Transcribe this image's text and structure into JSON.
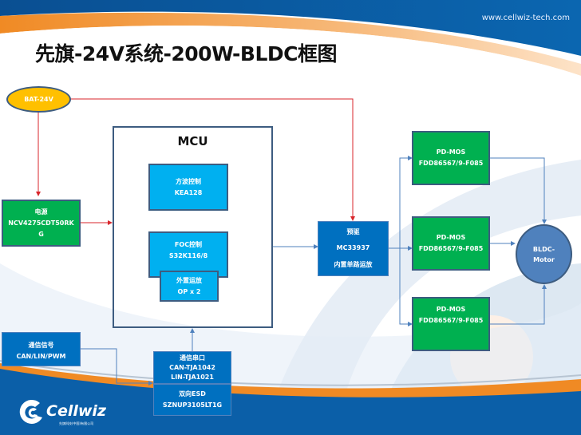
{
  "header": {
    "url": "www.cellwiz-tech.com",
    "title": "先旗-24V系统-200W-BLDC框图"
  },
  "colors": {
    "power_line": "#d9262b",
    "signal_line": "#4f81bd",
    "green_block": "#00b050",
    "cyan_block": "#00b0f0",
    "blue_block": "#0070c0",
    "battery": "#ffc000",
    "motor": "#4f81bd"
  },
  "diagram": {
    "battery": {
      "label": "BAT-24V"
    },
    "power": {
      "line1": "电源",
      "line2": "NCV4275CDT50RK",
      "line3": "G"
    },
    "mcu": {
      "label": "MCU",
      "square_wave": {
        "line1": "方波控制",
        "line2": "KEA128"
      },
      "foc": {
        "line1": "FOC控制",
        "line2": "S32K116/8"
      },
      "opamp": {
        "line1": "外置运放",
        "line2": "OP x 2"
      }
    },
    "predriver": {
      "line1": "预驱",
      "line2": "MC33937",
      "line3": "内置单路运放"
    },
    "mos": [
      {
        "line1": "PD-MOS",
        "line2": "FDD86567/9-F085"
      },
      {
        "line1": "PD-MOS",
        "line2": "FDD86567/9-F085"
      },
      {
        "line1": "PD-MOS",
        "line2": "FDD86567/9-F085"
      }
    ],
    "motor": {
      "line1": "BLDC-",
      "line2": "Motor"
    },
    "comm_signal": {
      "line1": "通信信号",
      "line2": "CAN/LIN/PWM"
    },
    "comm_port": {
      "line1": "通信串口",
      "line2": "CAN-TJA1042",
      "line3": "LIN-TJA1021"
    },
    "esd": {
      "line1": "双向ESD",
      "line2": "SZNUP3105LT1G"
    }
  },
  "footer": {
    "logo_name": "Cellwiz",
    "logo_subtitle": "先旗科技(中国)有限公司"
  }
}
